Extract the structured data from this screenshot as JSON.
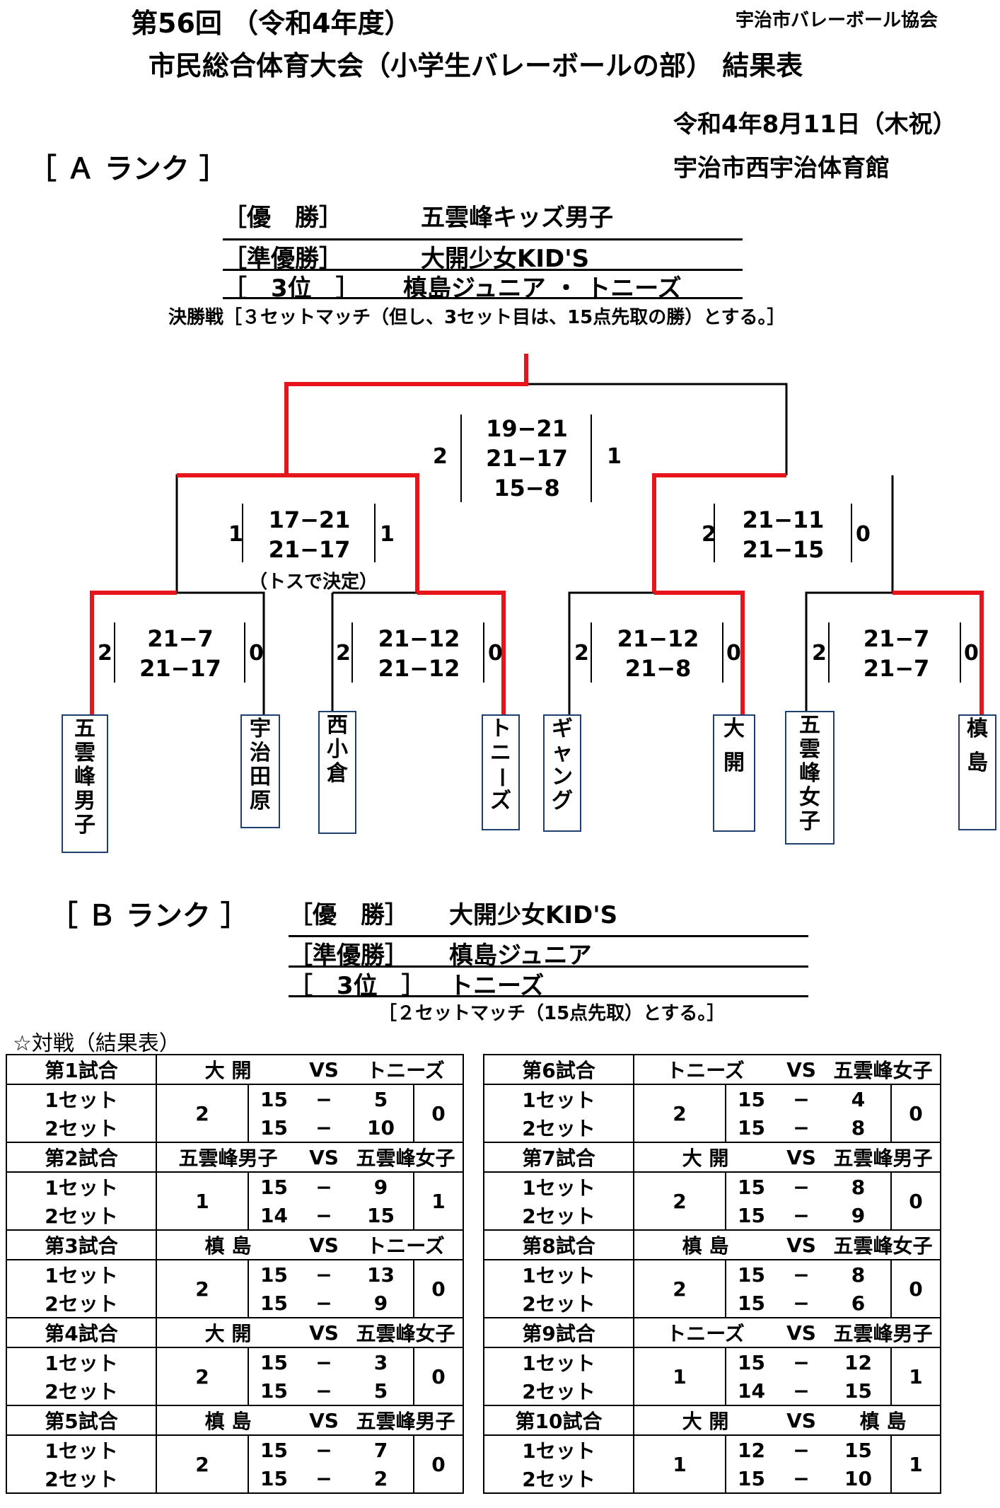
{
  "header": {
    "title_line1": "第56回 （令和4年度）",
    "title_line2": "市民総合体育大会（小学生バレーボールの部） 結果表",
    "organizer": "宇治市バレーボール協会",
    "date": "令和4年8月11日（木祝）",
    "venue": "宇治市西宇治体育館"
  },
  "rank_a": {
    "label": "［ Ａ ランク ］",
    "champion_label": "［優　勝］",
    "champion": "五雲峰キッズ男子",
    "runner_up_label": "［準優勝］",
    "runner_up": "大開少女KID'S",
    "third_label": "［　3位　］",
    "third": "槙島ジュニア ・ トニーズ",
    "rule_note": "決勝戦［３セットマッチ（但し、3セット目は、15点先取の勝）とする。］",
    "teams": [
      "五雲峰男子",
      "宇治田原",
      "西小倉",
      "トニーズ",
      "ギャング",
      "大開",
      "五雲峰女子",
      "槙島"
    ],
    "matches": {
      "final": {
        "left_sets": "2",
        "right_sets": "1",
        "scores": [
          "19−21",
          "21−17",
          "15−8"
        ]
      },
      "semi_left": {
        "left_sets": "1",
        "right_sets": "1",
        "scores": [
          "17−21",
          "21−17"
        ],
        "note": "（トスで決定）"
      },
      "semi_right": {
        "left_sets": "2",
        "right_sets": "0",
        "scores": [
          "21−11",
          "21−15"
        ]
      },
      "qf1": {
        "left_sets": "2",
        "right_sets": "0",
        "scores": [
          "21−7",
          "21−17"
        ]
      },
      "qf2": {
        "left_sets": "2",
        "right_sets": "0",
        "scores": [
          "21−12",
          "21−12"
        ]
      },
      "qf3": {
        "left_sets": "2",
        "right_sets": "0",
        "scores": [
          "21−12",
          "21−8"
        ]
      },
      "qf4": {
        "left_sets": "2",
        "right_sets": "0",
        "scores": [
          "21−7",
          "21−7"
        ]
      }
    },
    "winner_color": "#e8141b"
  },
  "rank_b": {
    "label": "［ Ｂ ランク ］",
    "champion_label": "［優　勝］",
    "champion": "大開少女KID'S",
    "runner_up_label": "［準優勝］",
    "runner_up": "槙島ジュニア",
    "third_label": "［　3位　］",
    "third": "トニーズ",
    "rule_note": "［２セットマッチ（15点先取）とする。］"
  },
  "results_heading": "☆対戦（結果表）",
  "set_labels": [
    "1セット",
    "2セット"
  ],
  "vs_label": "VS",
  "dash": "−",
  "games": [
    {
      "title": "第1試合",
      "team1": "大 開",
      "team2": "トニーズ",
      "sets1": "2",
      "sets2": "0",
      "s1": [
        "15",
        "5"
      ],
      "s2": [
        "15",
        "10"
      ]
    },
    {
      "title": "第2試合",
      "team1": "五雲峰男子",
      "team2": "五雲峰女子",
      "sets1": "1",
      "sets2": "1",
      "s1": [
        "15",
        "9"
      ],
      "s2": [
        "14",
        "15"
      ]
    },
    {
      "title": "第3試合",
      "team1": "槙 島",
      "team2": "トニーズ",
      "sets1": "2",
      "sets2": "0",
      "s1": [
        "15",
        "13"
      ],
      "s2": [
        "15",
        "9"
      ]
    },
    {
      "title": "第4試合",
      "team1": "大 開",
      "team2": "五雲峰女子",
      "sets1": "2",
      "sets2": "0",
      "s1": [
        "15",
        "3"
      ],
      "s2": [
        "15",
        "5"
      ]
    },
    {
      "title": "第5試合",
      "team1": "槙 島",
      "team2": "五雲峰男子",
      "sets1": "2",
      "sets2": "0",
      "s1": [
        "15",
        "7"
      ],
      "s2": [
        "15",
        "2"
      ]
    },
    {
      "title": "第6試合",
      "team1": "トニーズ",
      "team2": "五雲峰女子",
      "sets1": "2",
      "sets2": "0",
      "s1": [
        "15",
        "4"
      ],
      "s2": [
        "15",
        "8"
      ]
    },
    {
      "title": "第7試合",
      "team1": "大 開",
      "team2": "五雲峰男子",
      "sets1": "2",
      "sets2": "0",
      "s1": [
        "15",
        "8"
      ],
      "s2": [
        "15",
        "9"
      ]
    },
    {
      "title": "第8試合",
      "team1": "槙 島",
      "team2": "五雲峰女子",
      "sets1": "2",
      "sets2": "0",
      "s1": [
        "15",
        "8"
      ],
      "s2": [
        "15",
        "6"
      ]
    },
    {
      "title": "第9試合",
      "team1": "トニーズ",
      "team2": "五雲峰男子",
      "sets1": "1",
      "sets2": "1",
      "s1": [
        "15",
        "12"
      ],
      "s2": [
        "14",
        "15"
      ]
    },
    {
      "title": "第10試合",
      "team1": "大 開",
      "team2": "槙 島",
      "sets1": "1",
      "sets2": "1",
      "s1": [
        "12",
        "15"
      ],
      "s2": [
        "15",
        "10"
      ]
    }
  ]
}
